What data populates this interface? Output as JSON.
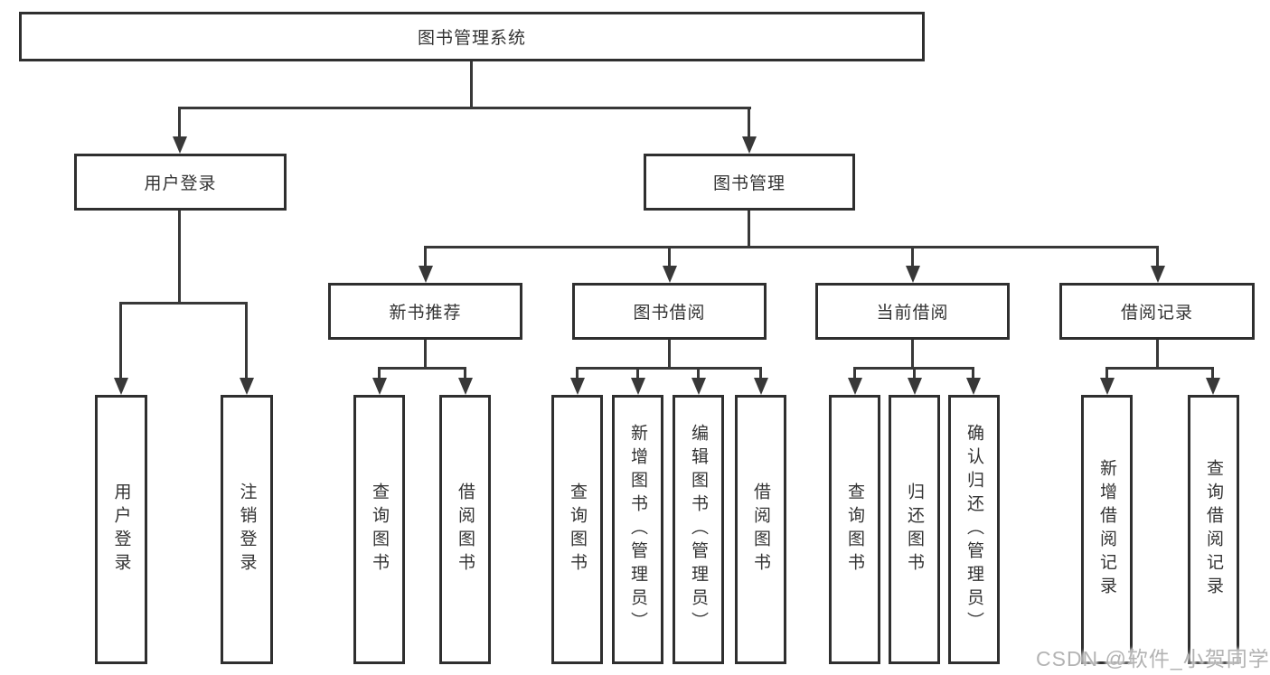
{
  "diagram_type": "hierarchy-tree",
  "watermark": "CSDN @软件_小贺同学",
  "colors": {
    "background": "#ffffff",
    "box_border": "#2f2f2f",
    "connector_line": "#383838",
    "text": "#333333",
    "watermark_text": "#b3b3b3"
  },
  "tree": {
    "label": "图书管理系统",
    "children": [
      {
        "label": "用户登录",
        "children": [
          {
            "label": "用户登录"
          },
          {
            "label": "注销登录"
          }
        ]
      },
      {
        "label": "图书管理",
        "children": [
          {
            "label": "新书推荐",
            "children": [
              {
                "label": "查询图书"
              },
              {
                "label": "借阅图书"
              }
            ]
          },
          {
            "label": "图书借阅",
            "children": [
              {
                "label": "查询图书"
              },
              {
                "label": "新增图书（管理员）"
              },
              {
                "label": "编辑图书（管理员）"
              },
              {
                "label": "借阅图书"
              }
            ]
          },
          {
            "label": "当前借阅",
            "children": [
              {
                "label": "查询图书"
              },
              {
                "label": "归还图书"
              },
              {
                "label": "确认归还（管理员）"
              }
            ]
          },
          {
            "label": "借阅记录",
            "children": [
              {
                "label": "新增借阅记录"
              },
              {
                "label": "查询借阅记录"
              }
            ]
          }
        ]
      }
    ]
  }
}
